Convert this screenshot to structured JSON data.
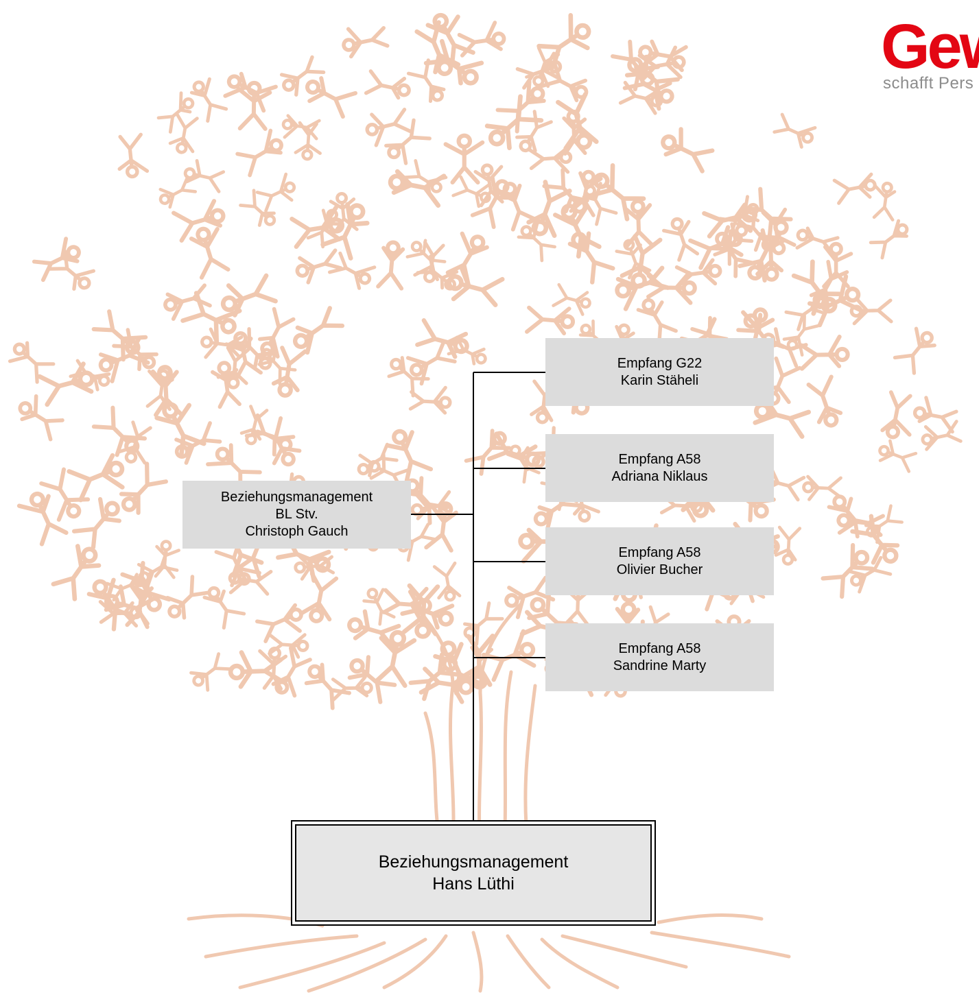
{
  "logo": {
    "wordmark": "Gew",
    "tagline": "schafft Pers",
    "color": "#e30613"
  },
  "background": {
    "motif": "tree-of-people-figures",
    "color": "#f0c8b0"
  },
  "org": {
    "root": {
      "title": "Beziehungsmanagement",
      "name": "Hans Lüthi"
    },
    "deputy": {
      "title": "Beziehungsmanagement",
      "role": "BL Stv.",
      "name": "Christoph Gauch"
    },
    "reports": [
      {
        "title": "Empfang G22",
        "name": "Karin Stäheli"
      },
      {
        "title": "Empfang A58",
        "name": "Adriana Niklaus"
      },
      {
        "title": "Empfang A58",
        "name": "Olivier Bucher"
      },
      {
        "title": "Empfang A58",
        "name": "Sandrine Marty"
      }
    ]
  }
}
